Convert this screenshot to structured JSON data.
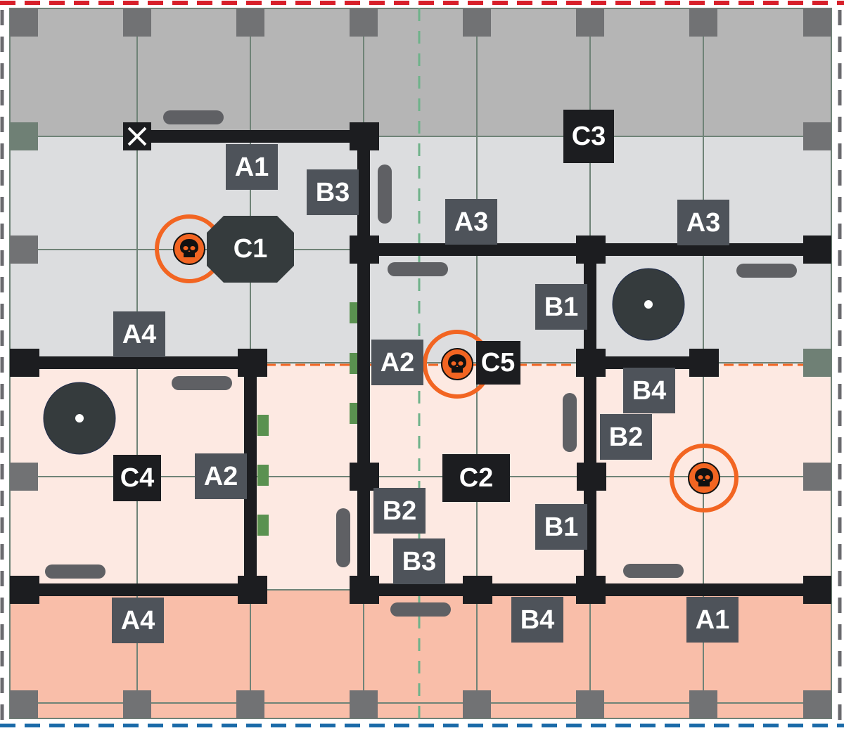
{
  "board": {
    "zones": [
      "top-gray",
      "upper-light-gray",
      "lower-light-pink",
      "bottom-salmon"
    ],
    "colors": {
      "zone_top": "#b5b5b5",
      "zone_upper": "#dcdddf",
      "zone_lower": "#fde9e2",
      "zone_bottom": "#f9bea9",
      "wall": "#1c1d20",
      "label_gray": "#4e535a",
      "label_black": "#1c1d20",
      "objective_orange": "#f26522",
      "door_green": "#5a9150",
      "border_top": "#d7202a",
      "border_bottom": "#1a6aa8",
      "border_side": "#6a6a6e"
    }
  },
  "labels": {
    "a1_top": "A1",
    "b3_top": "B3",
    "a3_mid": "A3",
    "a3_right": "A3",
    "b1_top": "B1",
    "a4_top": "A4",
    "a2_mid": "A2",
    "b4_right": "B4",
    "b2_right": "B2",
    "a2_left": "A2",
    "b2_mid": "B2",
    "b1_bottom": "B1",
    "b3_bottom": "B3",
    "b4_bottom": "B4",
    "a4_bottom": "A4",
    "a1_bottom": "A1",
    "c1": "C1",
    "c2": "C2",
    "c3": "C3",
    "c4": "C4",
    "c5": "C5"
  },
  "objectives": [
    {
      "icon": "skull-icon"
    },
    {
      "icon": "skull-icon"
    },
    {
      "icon": "skull-icon"
    }
  ],
  "markers": {
    "start_marker_icon": "x-icon"
  }
}
